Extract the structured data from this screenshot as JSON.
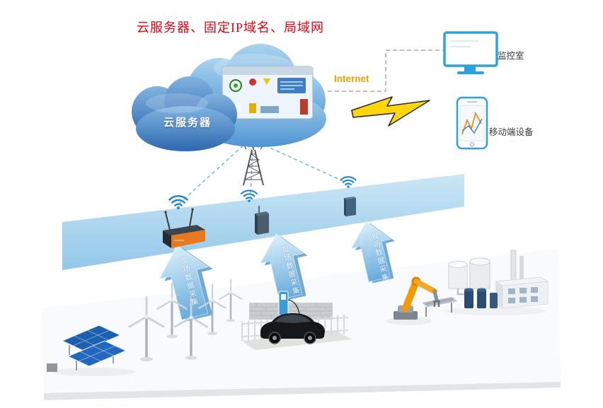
{
  "title": "云服务器、固定IP域名、局域网",
  "cloud": {
    "label": "云服务器"
  },
  "internet": {
    "label": "Internet"
  },
  "monitor_room": {
    "label": "监控室"
  },
  "mobile_device": {
    "label": "移动端设备"
  },
  "uplink_arrows": [
    {
      "label": "现场数据采集"
    },
    {
      "label": "现场数据采集"
    },
    {
      "label": "现场数据采集"
    }
  ],
  "icons": {
    "wifi": "wifi-signal-icon",
    "tower": "signal-tower-icon",
    "lightning": "lightning-bolt-icon",
    "monitor": "monitor-icon",
    "phone": "mobile-phone-icon"
  },
  "equipment": [
    "solar-panels",
    "wind-turbines",
    "ev-charging-station",
    "robot-arm",
    "industrial-plant"
  ],
  "colors": {
    "title_red": "#e60011",
    "internet_orange": "#f59e00",
    "cloud_blue": "#3f7fc1",
    "band_blue": "#8cc4e8",
    "arrow_blue": "#66abdc",
    "wifi_blue": "#1e88d2",
    "device_orange": "#e8791e",
    "monitor_blue": "#2aa3dc",
    "lightning_yellow": "#ffd60a"
  }
}
